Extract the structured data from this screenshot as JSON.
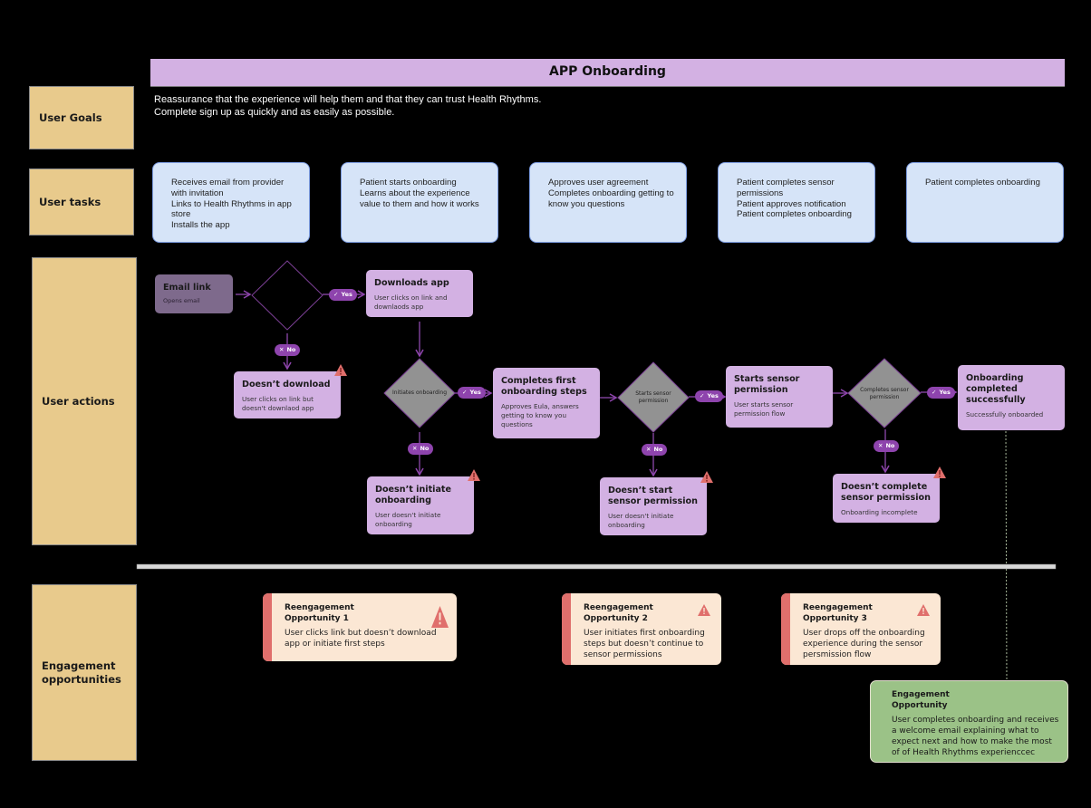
{
  "header": {
    "title": "APP Onboarding"
  },
  "lanes": {
    "user_goals": "User Goals",
    "user_tasks": "User tasks",
    "user_actions": "User actions",
    "engagement": "Engagement opportunities"
  },
  "goals": [
    "Reassurance that the experience will help them and that they can trust Health Rhythms.",
    "Complete sign up as quickly and as easily as possible."
  ],
  "tasks": [
    {
      "text": "Receives email from provider with invitation\nLinks to Health Rhythms in app store\nInstalls the app"
    },
    {
      "text": "Patient starts onboarding\nLearns about the experience value to them and how it works"
    },
    {
      "text": "Approves user agreement\nCompletes onboarding getting to know you questions"
    },
    {
      "text": "Patient completes sensor permissions\nPatient approves notification\nPatient completes onboarding"
    },
    {
      "text": "Patient completes onboarding"
    }
  ],
  "actions": {
    "email_link": {
      "title": "Email link",
      "desc": "Opens email"
    },
    "downloads_app": {
      "title": "Downloads app",
      "desc": "User clicks on link and downlaods app"
    },
    "doesnt_download": {
      "title": "Doesn’t download",
      "desc": "User clicks on link but doesn't downlaod app"
    },
    "completes_first": {
      "title": "Completes first onboarding steps",
      "desc": "Approves Eula, answers getting to know you questions"
    },
    "doesnt_initiate": {
      "title": "Doesn’t initiate onboarding",
      "desc": "User doesn't initiate onboarding"
    },
    "starts_sensor": {
      "title": "Starts sensor permission",
      "desc": "User starts sensor permission flow"
    },
    "doesnt_start_sensor": {
      "title": "Doesn’t start sensor permission",
      "desc": "User doesn't initiate onboarding"
    },
    "onboarding_complete": {
      "title": "Onboarding completed successfully",
      "desc": "Successfully onboarded"
    },
    "doesnt_complete_sensor": {
      "title": "Doesn’t complete sensor permission",
      "desc": "Onboarding incomplete"
    }
  },
  "decisions": {
    "d1": "",
    "d2": "Initiates onboarding",
    "d3": "Starts sensor permission",
    "d4": "Completes sensor permission"
  },
  "pills": {
    "yes": "Yes",
    "no": "No"
  },
  "opportunities": [
    {
      "title": "Reengagement Opportunity 1",
      "desc": "User clicks link but doesn’t download app or initiate first steps"
    },
    {
      "title": "Reengagement Opportunity 2",
      "desc": "User initiates first onboarding steps but doesn’t continue to sensor permissions"
    },
    {
      "title": "Reengagement Opportunity 3",
      "desc": "User drops off the onboarding experience during the sensor persmission flow"
    }
  ],
  "engagement": {
    "title": "Engagement Opportunity",
    "desc": "User completes onboarding and receives a welcome email explaining what to expect next and how to make the most of of Health Rhythms experienccec"
  },
  "colors": {
    "lane": "#e8ca8c",
    "header": "#d3b1e3",
    "task": "#d6e4f8",
    "node": "#d3b1e3",
    "decision": "#929292",
    "pill": "#8e44ad",
    "warning": "#e06f6c",
    "reengage": "#fbe7d4",
    "engage": "#9bc287"
  }
}
